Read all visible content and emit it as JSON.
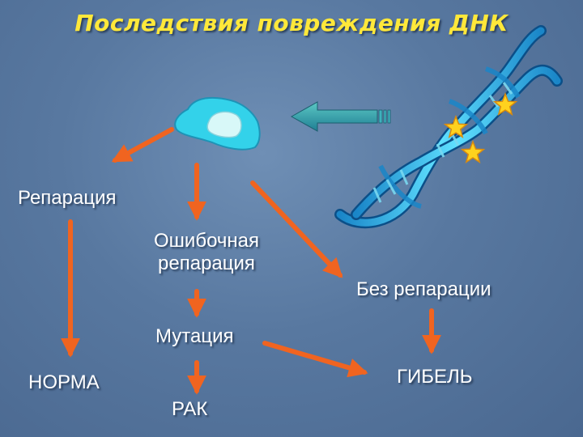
{
  "slide": {
    "title": "Последствия повреждения ДНК",
    "nodes": {
      "reparation": "Репарация",
      "faulty_reparation_line1": "Ошибочная",
      "faulty_reparation_line2": "репарация",
      "no_reparation": "Без репарации",
      "mutation": "Мутация",
      "norm": "НОРМА",
      "cancer": "РАК",
      "death": "ГИБЕЛЬ"
    },
    "colors": {
      "background": "#5878a0",
      "title": "#ffe83a",
      "arrow": "#f06420",
      "cell": "#33d2ea",
      "nucleus": "#d8f8f8",
      "dna": "#2ab4e8",
      "damage_star": "#ffd21e",
      "input_arrow": "#2a9aa6"
    },
    "icons": [
      "cell-icon",
      "left-arrow-icon",
      "dna-helix-icon",
      "damage-star-icon"
    ]
  }
}
